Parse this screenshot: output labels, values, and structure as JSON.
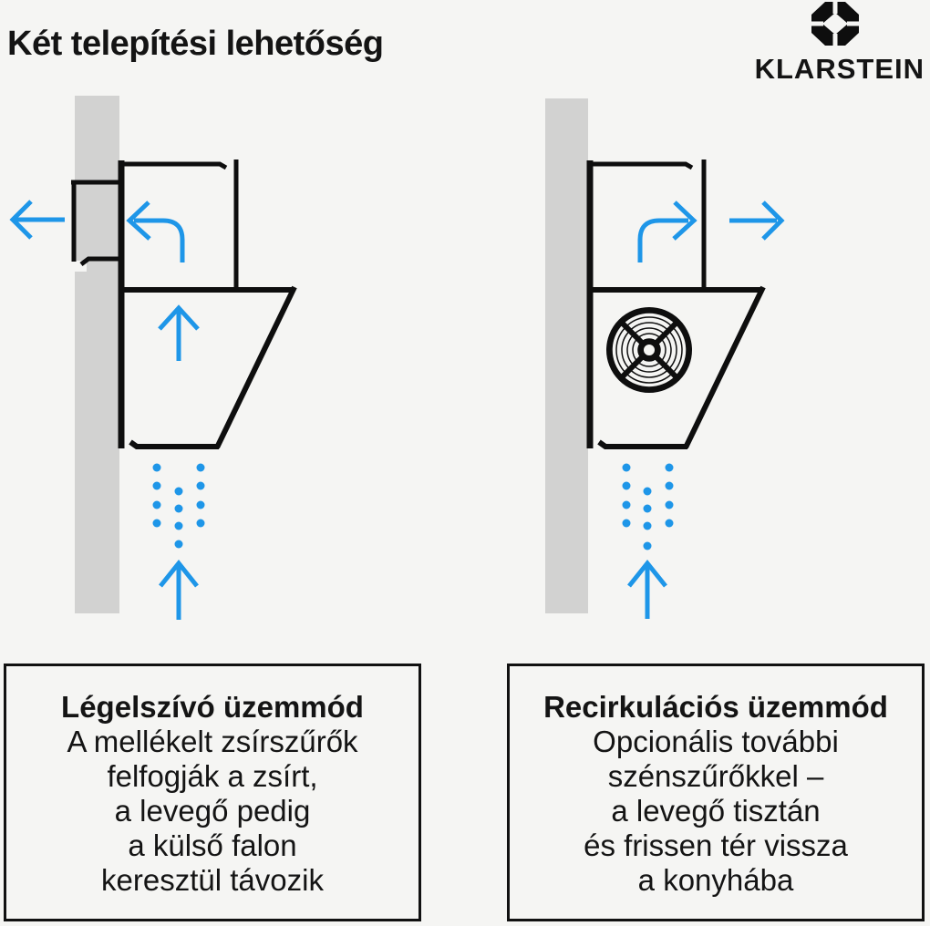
{
  "header": {
    "title": "Két telepítési lehetőség",
    "brand": "KLARSTEIN",
    "logo_icon": "klarstein-diamond-icon"
  },
  "colors": {
    "background": "#f5f5f3",
    "wall_gray": "#d2d2d1",
    "line_black": "#0e0e0e",
    "accent_blue": "#1e96e8"
  },
  "diagrams": [
    {
      "id": "exhaust-mode-diagram"
    },
    {
      "id": "recirculation-mode-diagram"
    }
  ],
  "panels": [
    {
      "title": "Légelszívó üzemmód",
      "lines": [
        "A mellékelt zsírszűrők",
        "felfogják a zsírt,",
        "a levegő pedig",
        "a külső falon",
        "keresztül távozik"
      ]
    },
    {
      "title": "Recirkulációs üzemmód",
      "lines": [
        "Opcionális további",
        "szénszűrőkkel –",
        "a levegő tisztán",
        "és frissen tér vissza",
        "a konyhába"
      ]
    }
  ]
}
